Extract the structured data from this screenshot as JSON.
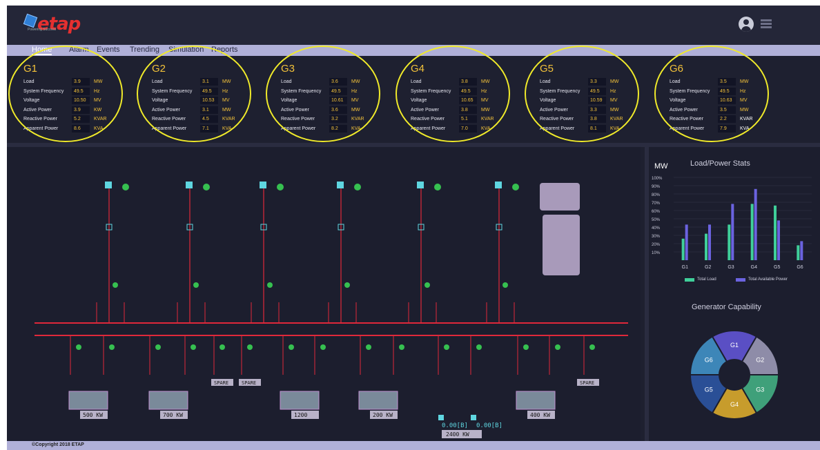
{
  "header": {
    "logo_text": "etap",
    "logo_tagline": "Powering Success"
  },
  "nav": {
    "tabs": [
      "Home",
      "Alarm",
      "Events",
      "Trending",
      "Simulation",
      "Reports"
    ],
    "active": "Home"
  },
  "row_labels": [
    "Load",
    "System Frequency",
    "Voltage",
    "Active Power",
    "Reactive Power",
    "Apparent Power"
  ],
  "generators": [
    {
      "name": "G1",
      "values": [
        "3.9",
        "49.5",
        "10.50",
        "3.9",
        "5.2",
        "8.6"
      ],
      "units": [
        "MW",
        "Hz",
        "MV",
        "KW",
        "KVAR",
        "KVA"
      ]
    },
    {
      "name": "G2",
      "values": [
        "3.1",
        "49.5",
        "10.53",
        "3.1",
        "4.5",
        "7.1"
      ],
      "units": [
        "MW",
        "Hz",
        "MV",
        "MW",
        "KVAR",
        "KVA"
      ]
    },
    {
      "name": "G3",
      "values": [
        "3.6",
        "49.5",
        "10.61",
        "3.6",
        "3.2",
        "8.2"
      ],
      "units": [
        "MW",
        "Hz",
        "MV",
        "MW",
        "KVAR",
        "KVA"
      ]
    },
    {
      "name": "G4",
      "values": [
        "3.8",
        "49.5",
        "10.65",
        "3.8",
        "5.1",
        "7.0"
      ],
      "units": [
        "MW",
        "Hz",
        "MV",
        "MW",
        "KVAR",
        "KVA"
      ]
    },
    {
      "name": "G5",
      "values": [
        "3.3",
        "49.5",
        "10.59",
        "3.3",
        "3.8",
        "8.1"
      ],
      "units": [
        "MW",
        "Hz",
        "MV",
        "MW",
        "KVAR",
        "KVA"
      ]
    },
    {
      "name": "G6",
      "values": [
        "3.5",
        "49.5",
        "10.63",
        "3.5",
        "2.2",
        "7.9"
      ],
      "units": [
        "MW",
        "Hz",
        "MV",
        "MW",
        "KVAR",
        "KVA"
      ]
    }
  ],
  "diagram": {
    "feeder_loads": [
      "500 KW",
      "700 KW",
      "1200",
      "200 KW",
      "400 KW"
    ],
    "spare_label": "SPARE",
    "readout_left": "0.00[B]",
    "readout_right": "0.00[B]",
    "total": "2400 KW"
  },
  "stats": {
    "unit_label": "MW",
    "title": "Load/Power Stats",
    "capability_title": "Generator Capability",
    "legend": [
      "Total Load",
      "Total Available Power"
    ],
    "colors": {
      "load": "#3fcf9a",
      "available": "#6b63e0"
    }
  },
  "chart_data": [
    {
      "type": "bar",
      "title": "Load/Power Stats",
      "ylabel": "MW",
      "categories": [
        "G1",
        "G2",
        "G3",
        "G4",
        "G5",
        "G6"
      ],
      "yticks": [
        "100%",
        "90%",
        "80%",
        "70%",
        "60%",
        "50%",
        "40%",
        "30%",
        "20%",
        "10%"
      ],
      "ylim": [
        0,
        100
      ],
      "series": [
        {
          "name": "Total Load",
          "values": [
            26,
            32,
            43,
            68,
            66,
            18
          ]
        },
        {
          "name": "Total Available Power",
          "values": [
            43,
            43,
            68,
            86,
            48,
            23
          ]
        }
      ],
      "legend": "bottom"
    },
    {
      "type": "pie",
      "title": "Generator Capability",
      "categories": [
        "G1",
        "G2",
        "G3",
        "G4",
        "G5",
        "G6"
      ],
      "values": [
        1,
        1,
        1,
        1,
        1,
        1
      ],
      "colors": [
        "#5a4fc4",
        "#8e8ca8",
        "#3fa07a",
        "#c79c2c",
        "#2a4f96",
        "#3d86b8"
      ]
    }
  ],
  "footer": {
    "copyright": "©Copyright 2018 ETAP"
  }
}
